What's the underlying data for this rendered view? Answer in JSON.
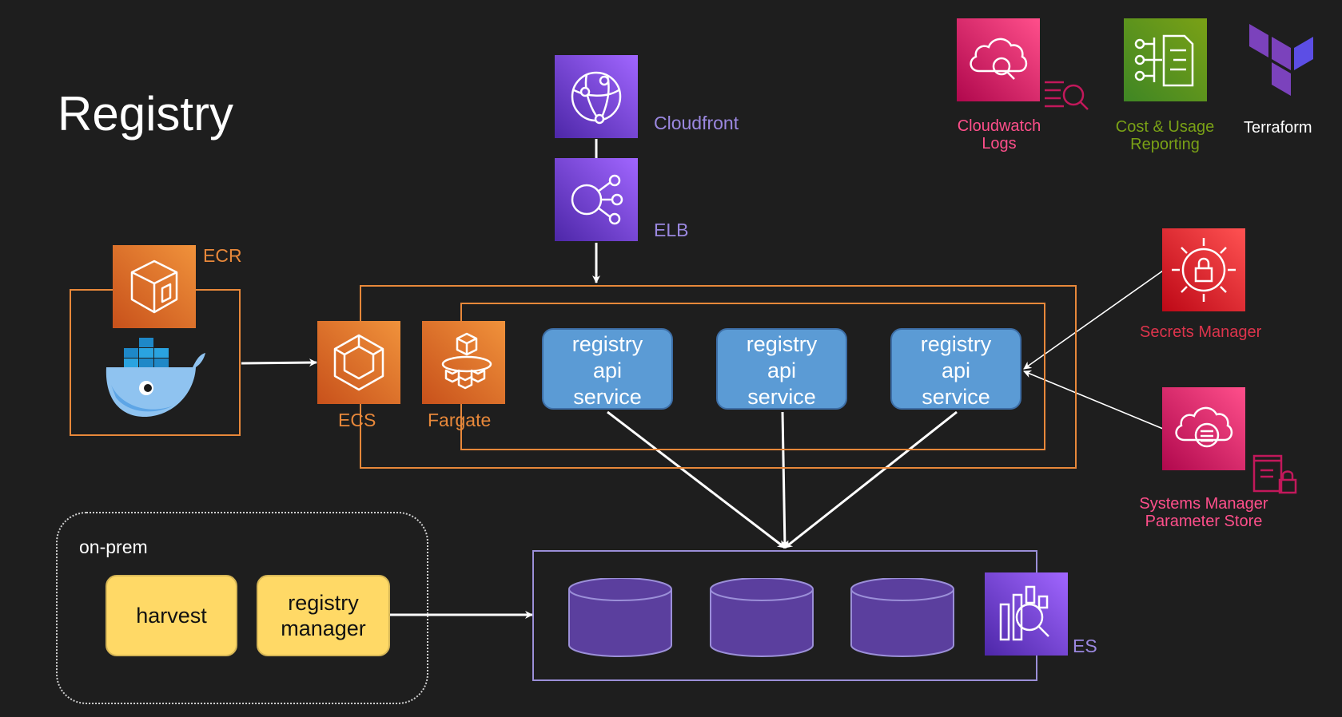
{
  "title": "Registry",
  "labels": {
    "cloudfront": "Cloudfront",
    "elb": "ELB",
    "ecr": "ECR",
    "ecs": "ECS",
    "fargate": "Fargate",
    "cloudwatch_line1": "Cloudwatch",
    "cloudwatch_line2": "Logs",
    "cost_line1": "Cost & Usage",
    "cost_line2": "Reporting",
    "terraform": "Terraform",
    "secrets": "Secrets Manager",
    "ssm_line1": "Systems Manager",
    "ssm_line2": "Parameter Store",
    "es": "ES",
    "onprem": "on-prem"
  },
  "services": [
    {
      "line1": "registry",
      "line2": "api",
      "line3": "service"
    },
    {
      "line1": "registry",
      "line2": "api",
      "line3": "service"
    },
    {
      "line1": "registry",
      "line2": "api",
      "line3": "service"
    }
  ],
  "onprem_apps": {
    "harvest": "harvest",
    "manager_line1": "registry",
    "manager_line2": "manager"
  },
  "colors": {
    "background": "#1e1e1e",
    "aws_compute": "#ed7100",
    "aws_network": "#8c4fff",
    "aws_management": "#e7157b",
    "aws_security": "#dd344c",
    "aws_cost": "#7aa116",
    "service_box": "#5b9bd5",
    "onprem_box": "#ffd966"
  },
  "icons": {
    "cloudfront": "cloudfront-globe-icon",
    "elb": "elb-hub-icon",
    "ecr": "ecr-cube-icon",
    "docker": "docker-whale-icon",
    "ecs": "ecs-hexagon-icon",
    "fargate": "fargate-icon",
    "cloudwatch": "cloudwatch-logs-icon",
    "cost": "cost-usage-report-icon",
    "terraform": "terraform-logo-icon",
    "secrets": "secrets-manager-lock-icon",
    "ssm": "ssm-parameter-store-icon",
    "es": "elasticsearch-icon"
  }
}
